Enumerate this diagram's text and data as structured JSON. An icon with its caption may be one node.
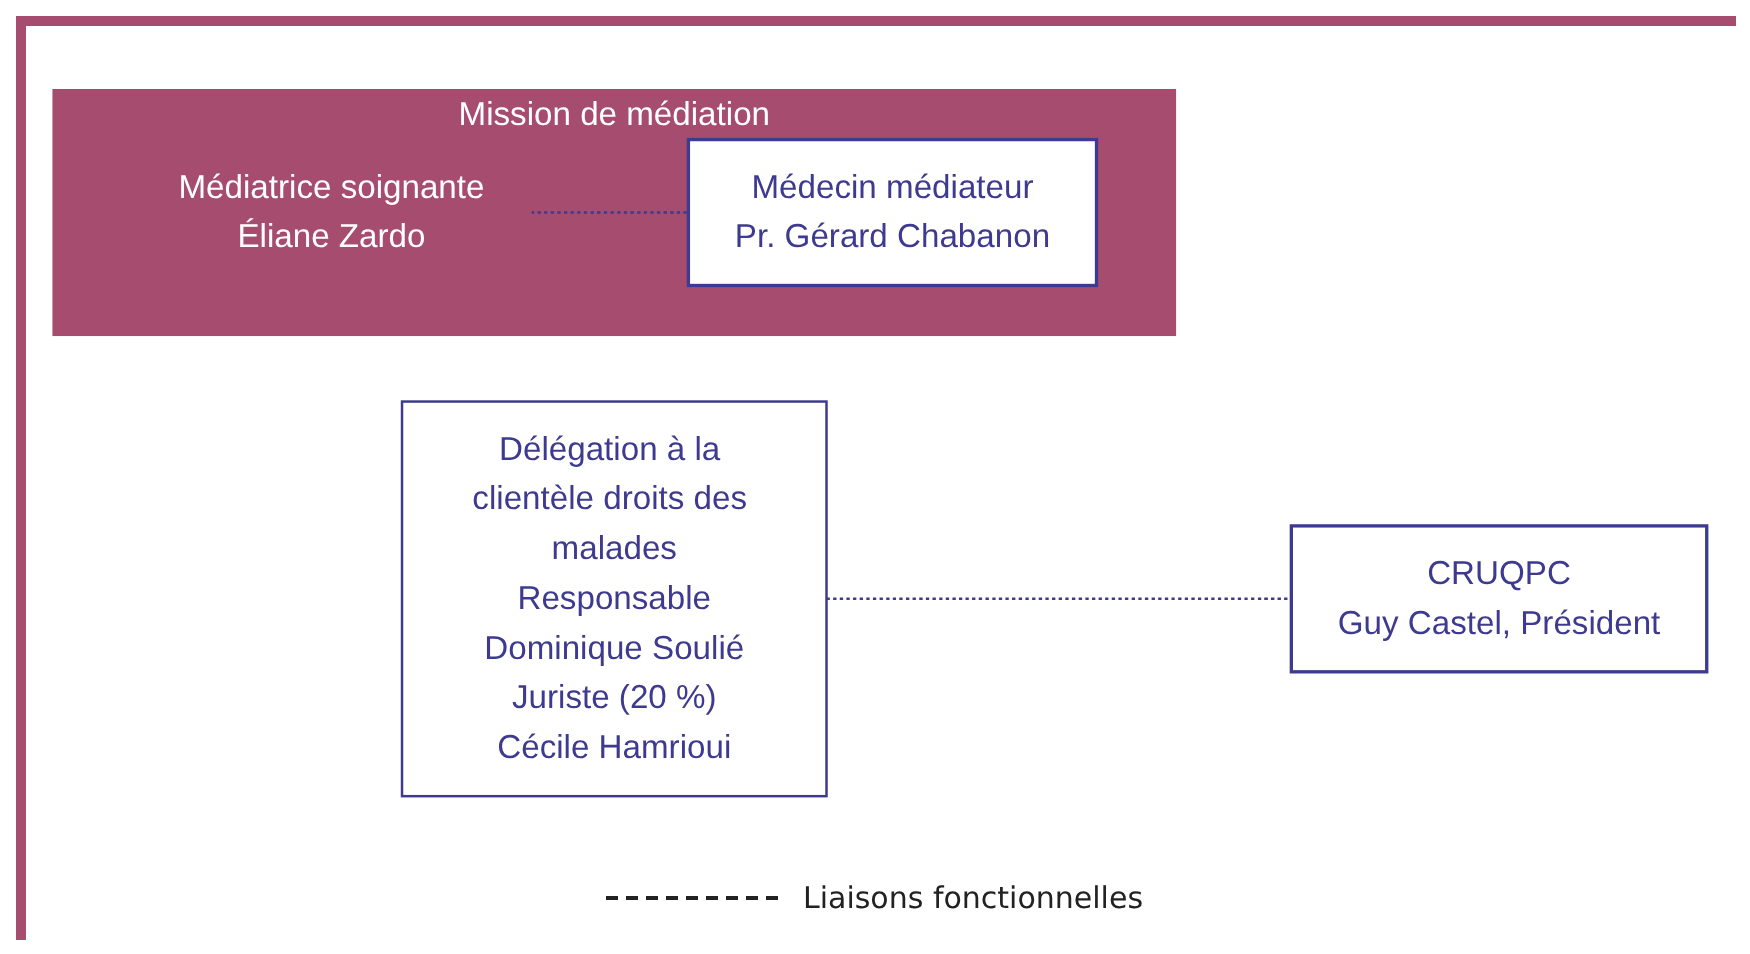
{
  "diagram": {
    "nodes": [
      {
        "text": [
          "Délégation à la clientèle droits des malades",
          "Responsable",
          "Dominique Soulié",
          "Juriste (20 %)",
          "Cécile Hamrioui"
        ]
      },
      {
        "text": [
          "CRUQPC",
          "Guy Castel, Président"
        ]
      },
      {
        "text": [
          "Mission de médiation"
        ]
      },
      {
        "text": [
          "Médiatrice soignante",
          "Éliane Zardo"
        ],
        "in": 2
      },
      {
        "text": [
          "Médecin médiateur",
          "Pr. Gérard Chabanon"
        ],
        "in": 2
      }
    ],
    "edges": [
      {
        "from": 0,
        "to": 1,
        "arrow": "none",
        "style": "dashed"
      },
      {
        "from": 3,
        "to": 4,
        "arrow": "none",
        "style": "dashed"
      }
    ],
    "legend": [
      {
        "text": "Liaisons fonctionnelles"
      }
    ]
  }
}
